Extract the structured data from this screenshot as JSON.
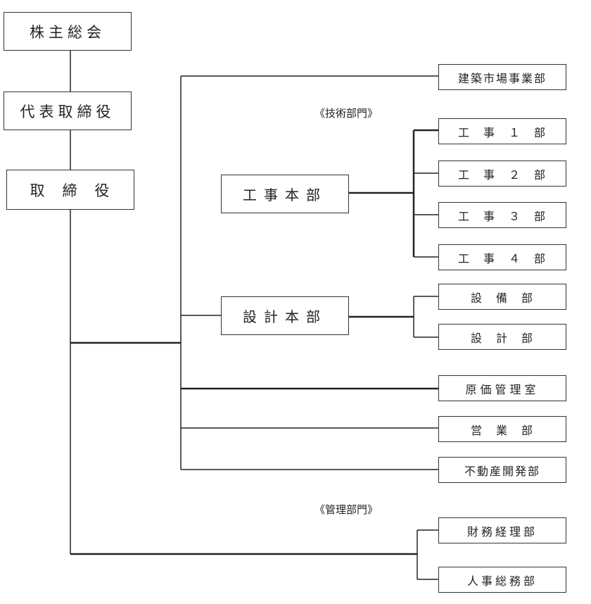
{
  "top": {
    "shareholders": "株主総会",
    "representative": "代表取締役",
    "directors": "取　締　役"
  },
  "sections": {
    "technical": "《技術部門》",
    "management": "《管理部門》"
  },
  "divisions": {
    "construction": "工事本部",
    "design": "設計本部"
  },
  "departments": {
    "market": "建築市場事業部",
    "k1": "工　事　１　部",
    "k2": "工　事　２　部",
    "k3": "工　事　３　部",
    "k4": "工　事　４　部",
    "facilities": "設　備　部",
    "design": "設　計　部",
    "cost": "原価管理室",
    "sales": "営　業　部",
    "realestate": "不動産開発部",
    "finance": "財務経理部",
    "hr": "人事総務部"
  }
}
